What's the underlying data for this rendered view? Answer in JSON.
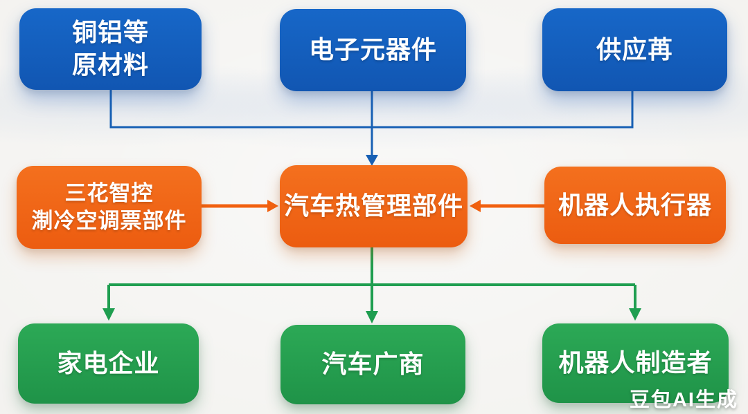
{
  "watermark": "豆包AI生成",
  "colors": {
    "blue": "#1767c8",
    "orange": "#f4701e",
    "green": "#2ca956",
    "blue_line": "#1760b4",
    "orange_line": "#f2600f",
    "green_line": "#1f9e50",
    "background": "#f2f1ee"
  },
  "nodes": {
    "top": [
      {
        "id": "raw-materials",
        "label": "铜铝等\n原材料"
      },
      {
        "id": "electronic-components",
        "label": "电子元器件"
      },
      {
        "id": "suppliers",
        "label": "供应苒"
      }
    ],
    "middle": [
      {
        "id": "sanhua-refrigeration-parts",
        "label": "三花智控\n淛冷空调票部件"
      },
      {
        "id": "auto-thermal-management-parts",
        "label": "汽车热管理部件"
      },
      {
        "id": "robot-actuators",
        "label": "机器人执行器"
      }
    ],
    "bottom": [
      {
        "id": "home-appliance-companies",
        "label": "家电企业"
      },
      {
        "id": "auto-manufacturers",
        "label": "汽车广商"
      },
      {
        "id": "robot-makers",
        "label": "机器人制造者"
      }
    ]
  },
  "edges": [
    {
      "from": "raw-materials",
      "to": "auto-thermal-management-parts",
      "color": "blue"
    },
    {
      "from": "electronic-components",
      "to": "auto-thermal-management-parts",
      "color": "blue"
    },
    {
      "from": "suppliers",
      "to": "auto-thermal-management-parts",
      "color": "blue"
    },
    {
      "from": "sanhua-refrigeration-parts",
      "to": "auto-thermal-management-parts",
      "color": "orange"
    },
    {
      "from": "robot-actuators",
      "to": "auto-thermal-management-parts",
      "color": "orange"
    },
    {
      "from": "auto-thermal-management-parts",
      "to": "home-appliance-companies",
      "color": "green"
    },
    {
      "from": "auto-thermal-management-parts",
      "to": "auto-manufacturers",
      "color": "green"
    },
    {
      "from": "auto-thermal-management-parts",
      "to": "robot-makers",
      "color": "green"
    }
  ]
}
